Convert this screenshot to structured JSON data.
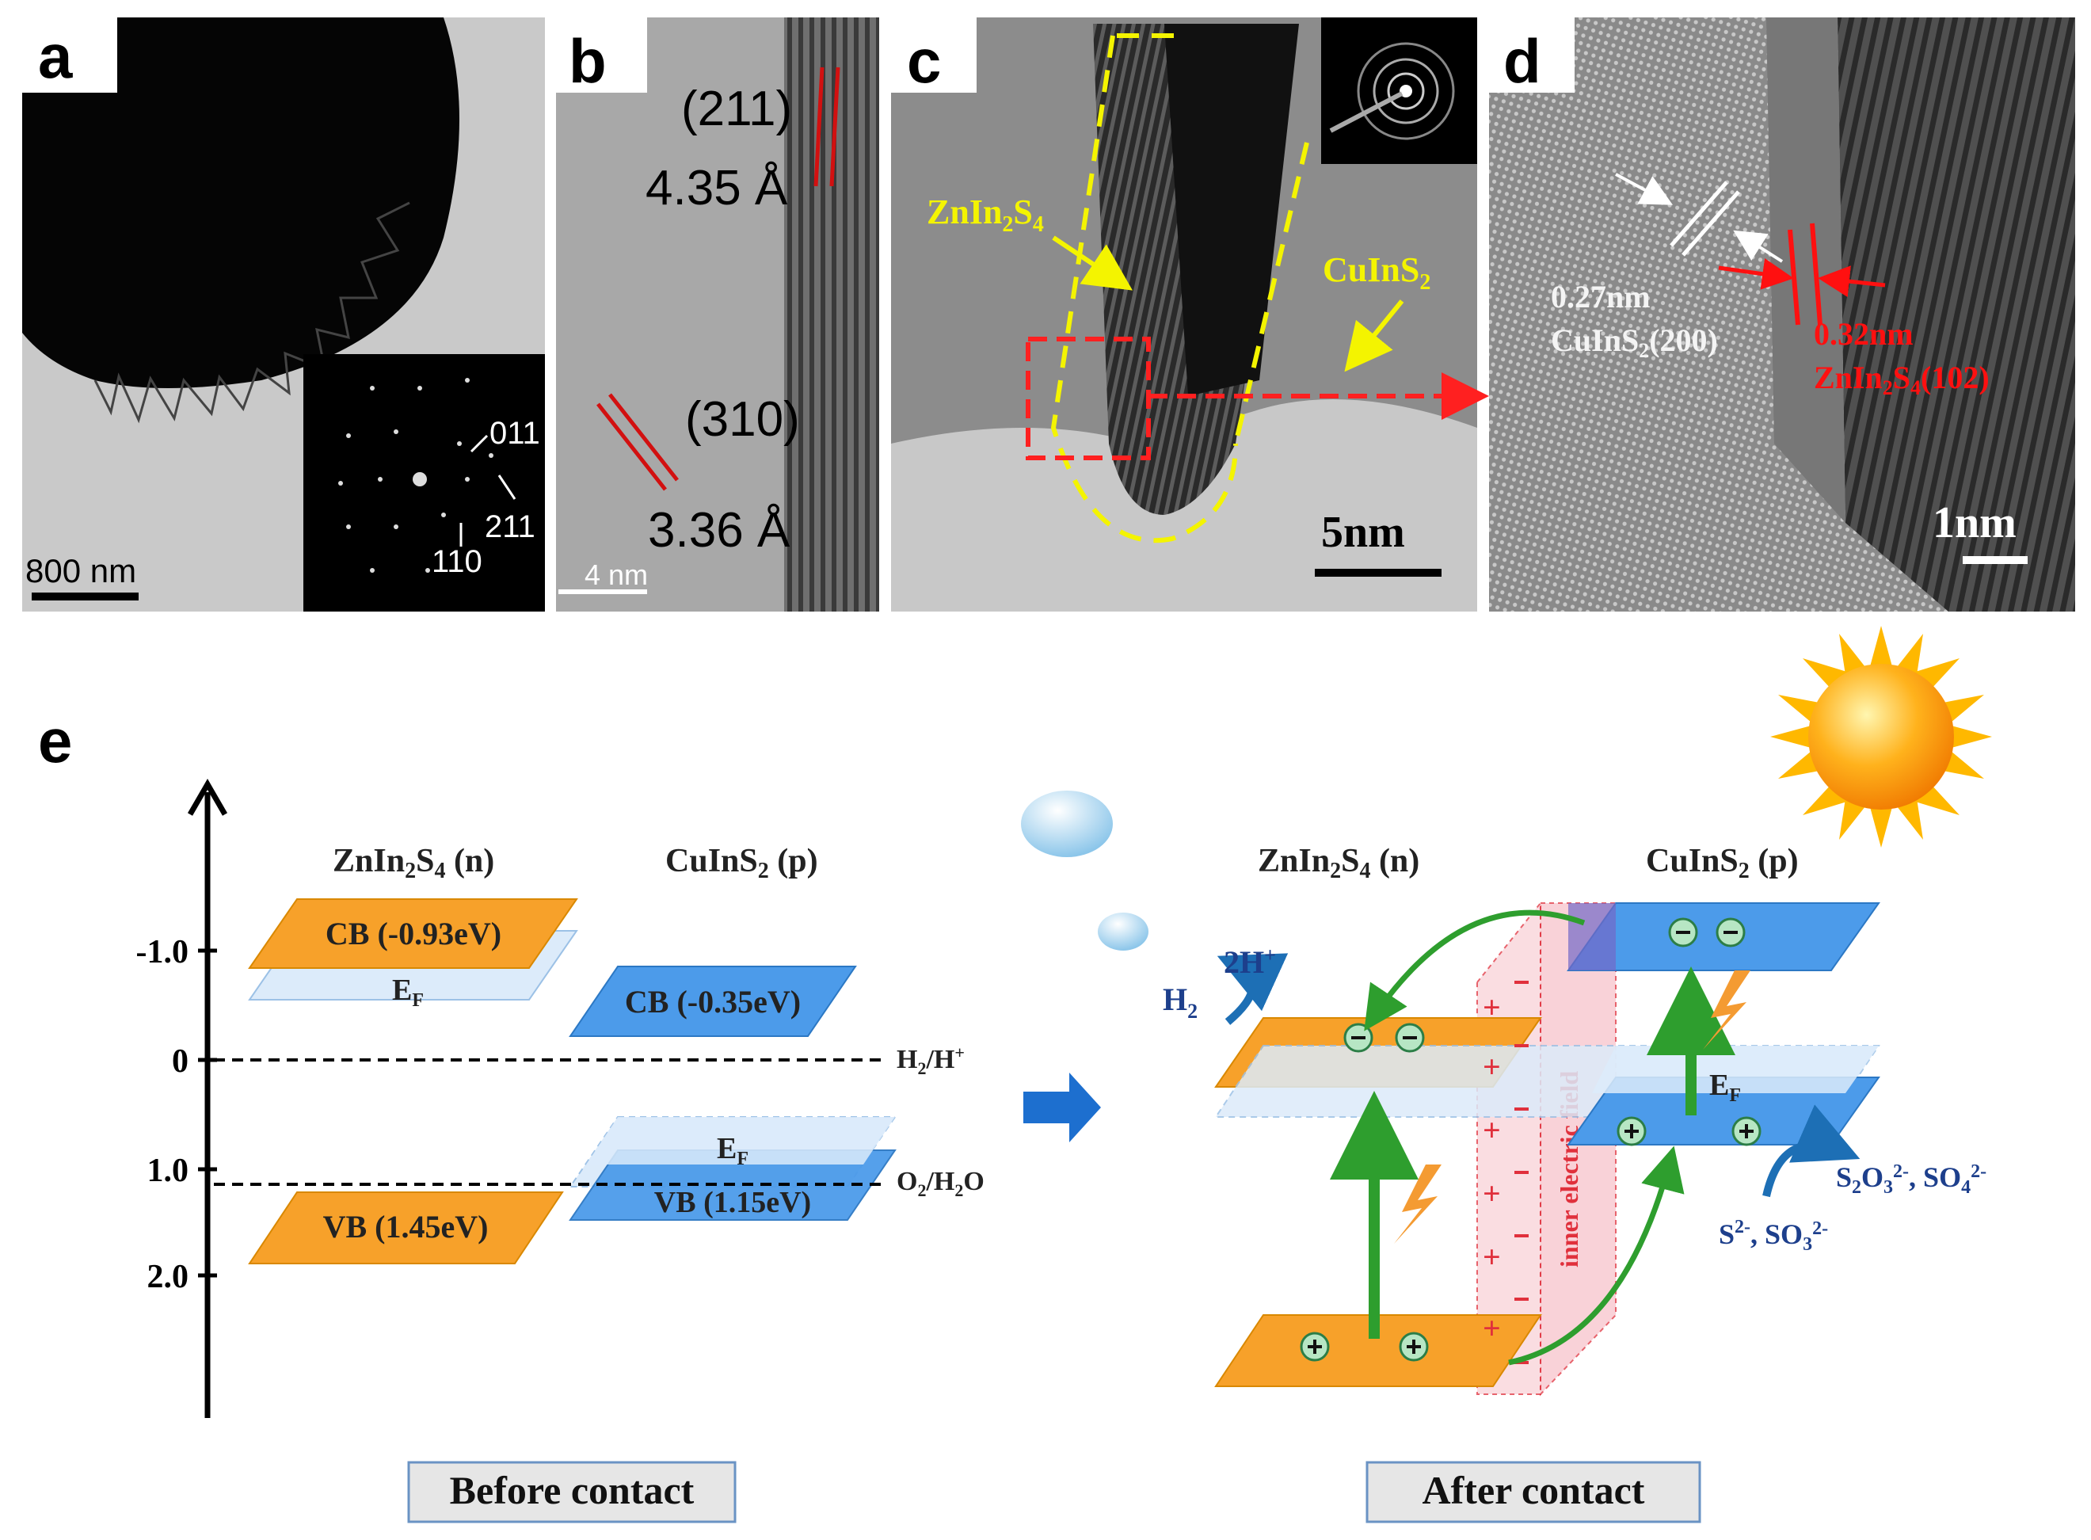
{
  "panels": {
    "a": {
      "letter": "a",
      "scale_bar": "800 nm",
      "saed_labels": {
        "l011": "011",
        "l211": "211",
        "l110": "110"
      }
    },
    "b": {
      "letter": "b",
      "plane1": "(211)",
      "d1": "4.35 Å",
      "plane2": "(310)",
      "d2": "3.36 Å",
      "scale_bar": "4 nm"
    },
    "c": {
      "letter": "c",
      "label_zis_main": "ZnIn",
      "label_zis_sub2": "2",
      "label_zis_s": "S",
      "label_zis_sub4": "4",
      "label_cis_main": "CuInS",
      "label_cis_sub2": "2",
      "scale_bar": "5nm"
    },
    "d": {
      "letter": "d",
      "spacing_white": "0.27nm",
      "plane_white_main": "CuInS",
      "plane_white_sub": "2",
      "plane_white_hkl": "(200)",
      "spacing_red": "0.32nm",
      "plane_red_a": "ZnIn",
      "plane_red_b": "2",
      "plane_red_c": "S",
      "plane_red_d": "4",
      "plane_red_hkl": "(102)",
      "scale_bar": "1nm"
    }
  },
  "diagram": {
    "letter": "e",
    "axis_ticks": [
      "-1.0",
      "0",
      "1.0",
      "2.0"
    ],
    "before": {
      "caption": "Before contact",
      "zis_title": {
        "a": "ZnIn",
        "b": "2",
        "c": "S",
        "d": "4",
        "e": " (n)"
      },
      "cis_title": {
        "a": "CuInS",
        "b": "2",
        "c": " (p)"
      },
      "zis_cb": "CB (-0.93eV)",
      "zis_vb": "VB (1.45eV)",
      "cis_cb": "CB (-0.35eV)",
      "cis_vb": "VB (1.15eV)",
      "ef": "E",
      "ef_sub": "F",
      "redox1": {
        "a": "H",
        "b": "2",
        "c": "/H",
        "d": "+"
      },
      "redox2": {
        "a": "O",
        "b": "2",
        "c": "/H",
        "d": "2",
        "e": "O"
      }
    },
    "after": {
      "caption": "After contact",
      "zis_title": {
        "a": "ZnIn",
        "b": "2",
        "c": "S",
        "d": "4",
        "e": " (n)"
      },
      "cis_title": {
        "a": "CuInS",
        "b": "2",
        "c": " (p)"
      },
      "ef": "E",
      "ef_sub": "F",
      "field_label": "inner electric field",
      "h_plus": {
        "a": "2H",
        "b": "+"
      },
      "h2": {
        "a": "H",
        "b": "2"
      },
      "products": {
        "a": "S",
        "b": "2",
        "c": "O",
        "d": "3",
        "e": "2-",
        "f": ", SO",
        "g": "4",
        "h": "2-"
      },
      "reactants": {
        "a": "S",
        "b": "2-",
        "c": ", SO",
        "d": "3",
        "e": "2-"
      }
    },
    "colors": {
      "zis": "#F7A12A",
      "cis": "#4C9BEA",
      "ef_plane": "#DCEBFA",
      "green_arrow": "#2E9E2E",
      "field": "#F7C4CC"
    }
  }
}
